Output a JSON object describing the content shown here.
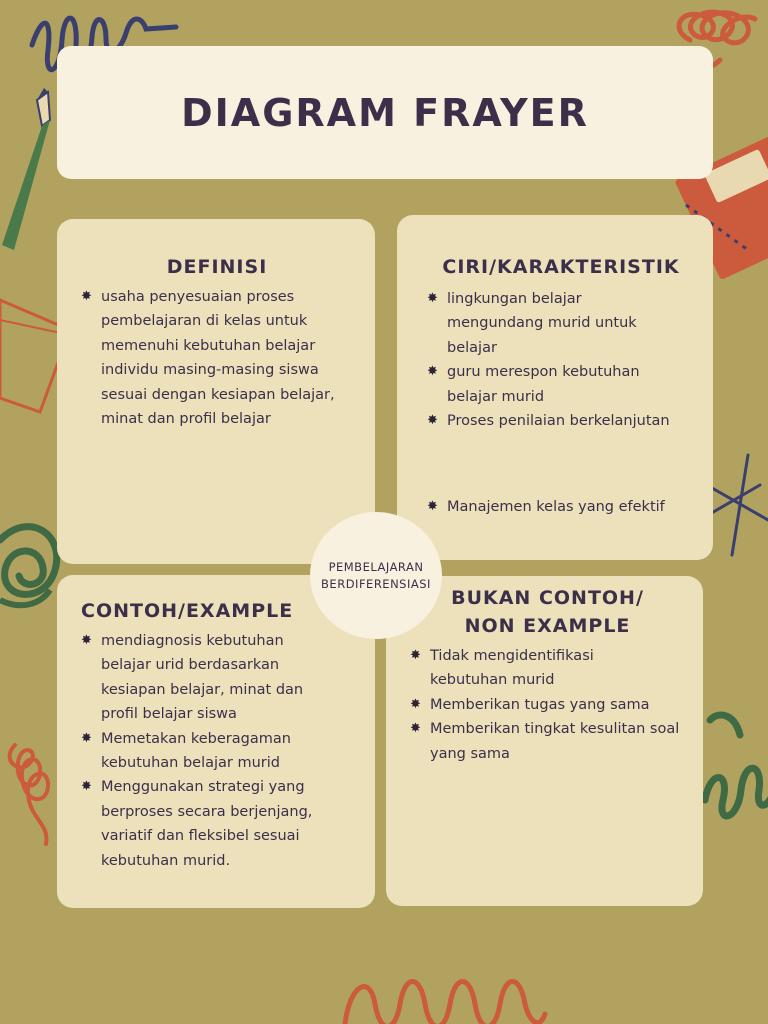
{
  "title": "DIAGRAM FRAYER",
  "center": {
    "line1": "PEMBELAJARAN",
    "line2": "BERDIFERENSIASI"
  },
  "definisi": {
    "heading": "DEFINISI",
    "items": [
      "usaha penyesuaian proses pembelajaran di kelas untuk memenuhi kebutuhan belajar individu masing-masing siswa sesuai dengan kesiapan belajar, minat dan profil belajar"
    ]
  },
  "ciri": {
    "heading": "CIRI/KARAKTERISTIK",
    "items": [
      "lingkungan belajar mengundang murid untuk belajar",
      "guru merespon kebutuhan belajar murid",
      "Proses penilaian berkelanjutan",
      "Manajemen kelas yang efektif"
    ]
  },
  "contoh": {
    "heading": "CONTOH/EXAMPLE",
    "items": [
      "mendiagnosis kebutuhan belajar urid berdasarkan kesiapan belajar, minat dan profil belajar siswa",
      "Memetakan keberagaman kebutuhan belajar murid",
      "Menggunakan strategi yang berproses secara berjenjang, variatif dan fleksibel sesuai kebutuhan murid."
    ]
  },
  "bukan": {
    "heading_line1": "BUKAN CONTOH/",
    "heading_line2": "NON EXAMPLE",
    "items": [
      "Tidak mengidentifikasi kebutuhan murid",
      "Memberikan tugas yang sama",
      "Memberikan tingkat kesulitan soal yang sama"
    ]
  },
  "bullet_glyph": "✸",
  "colors": {
    "background": "#b1a25f",
    "title_box": "#f8f1df",
    "card": "#ece1ba",
    "text": "#3b2f4a",
    "deco_navy": "#3a3f6e",
    "deco_orange": "#cc5a3c",
    "deco_green": "#3f6a44"
  }
}
